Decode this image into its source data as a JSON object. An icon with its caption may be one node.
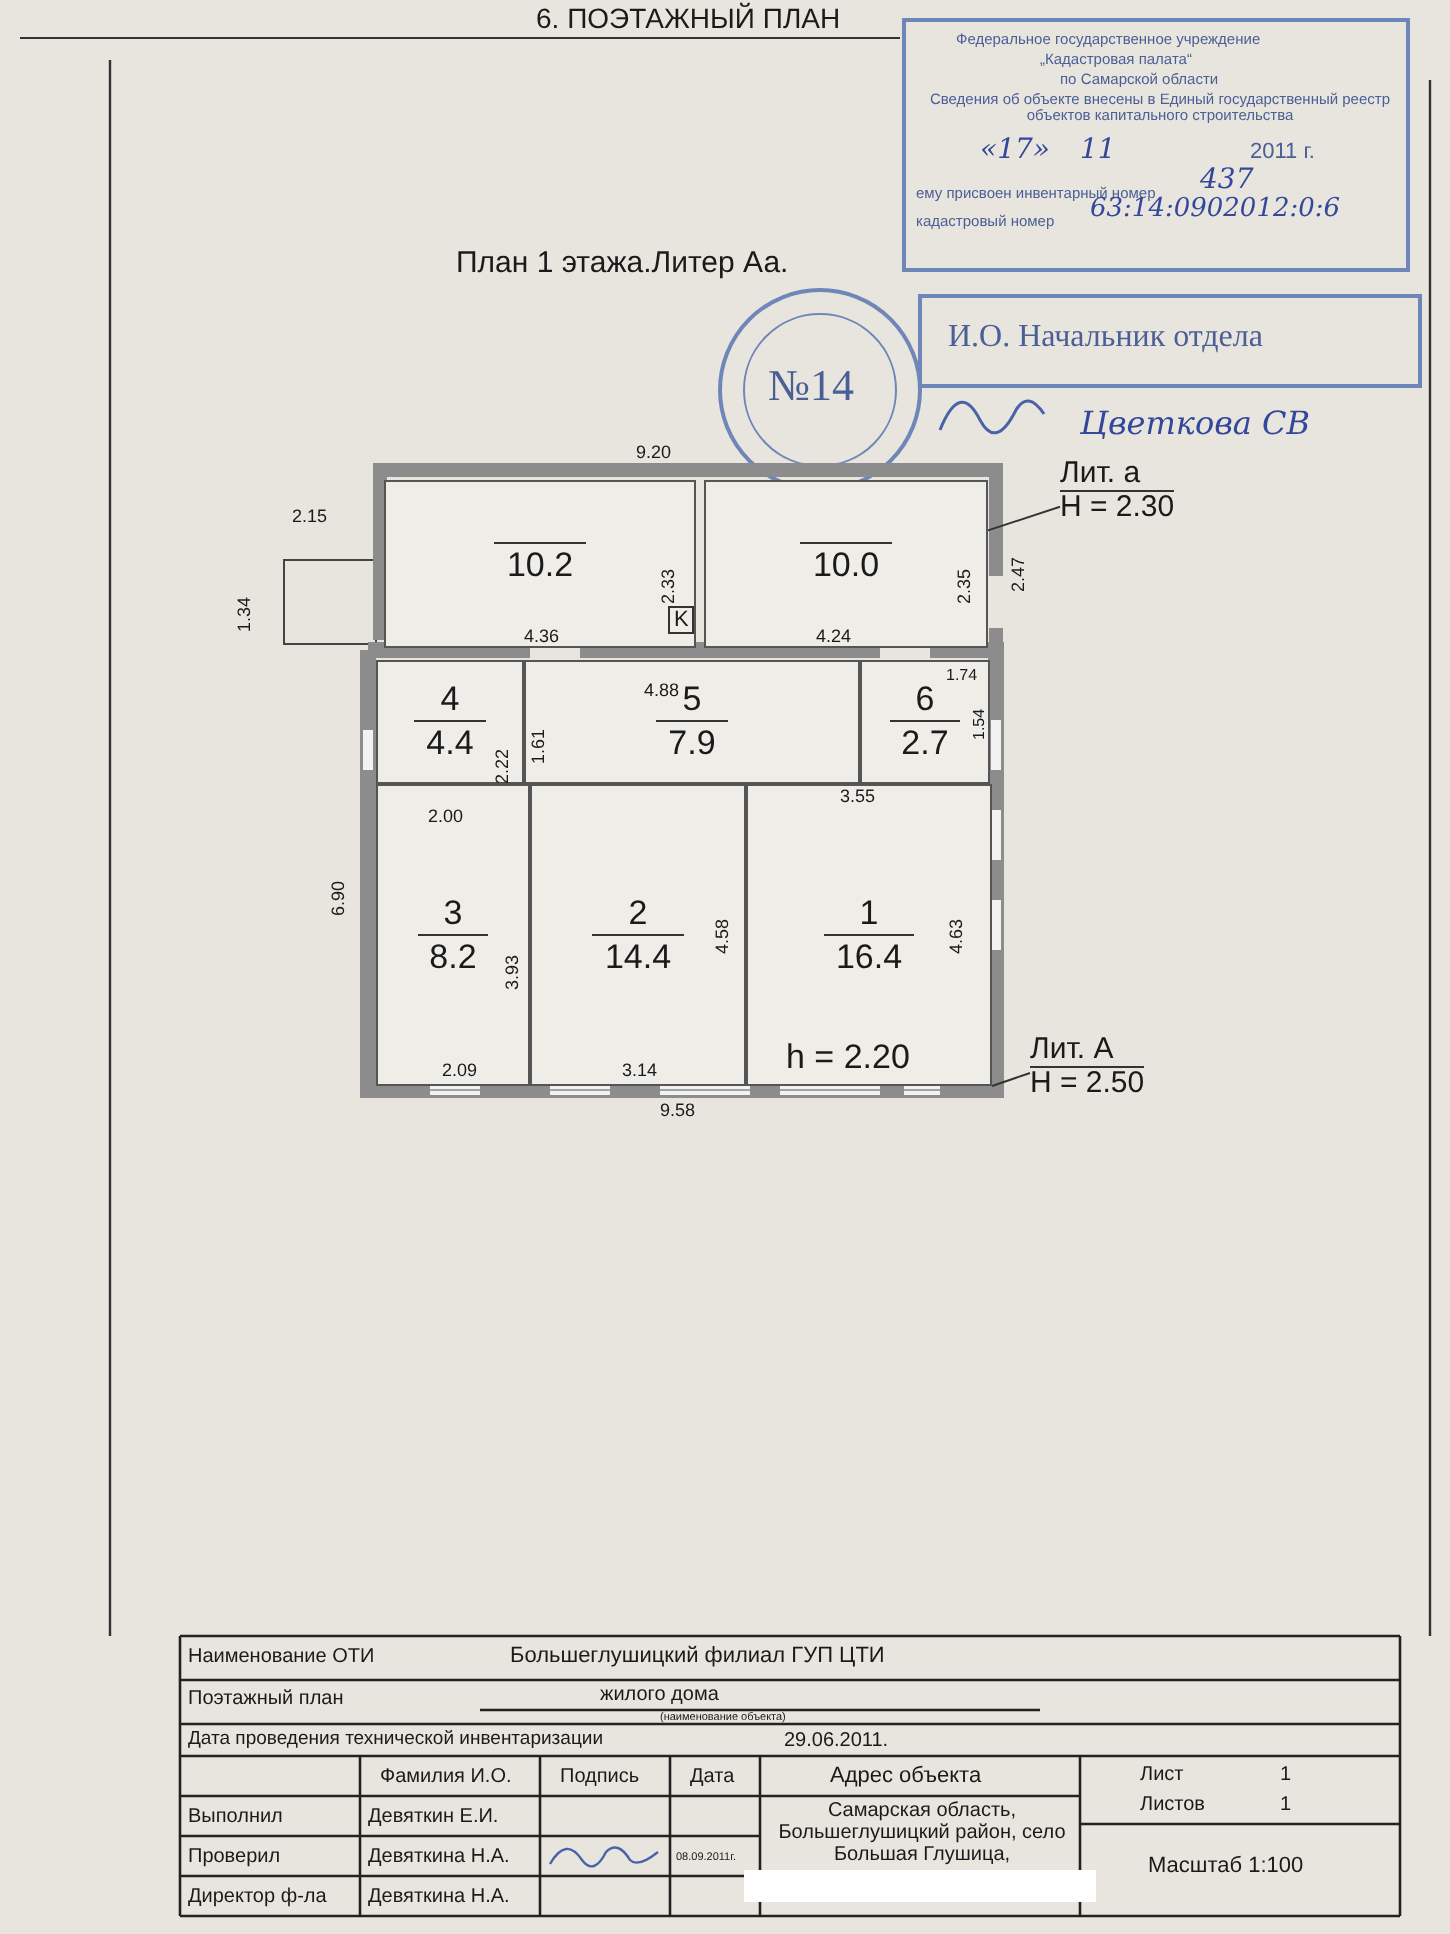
{
  "diagram": {
    "title": "6. ПОЭТАЖНЫЙ ПЛАН",
    "nodes": [
      {
        "text": [
          "Лит. а",
          "H = 2.30"
        ]
      },
      {
        "text": [
          "10.2"
        ]
      },
      {
        "text": [
          "10.0"
        ]
      },
      {
        "text": [
          "4",
          "4.4"
        ]
      },
      {
        "text": [
          "5",
          "7.9"
        ]
      },
      {
        "text": [
          "6",
          "2.7"
        ]
      },
      {
        "text": [
          "3",
          "8.2"
        ]
      },
      {
        "text": [
          "2",
          "14.4"
        ]
      },
      {
        "text": [
          "1",
          "16.4"
        ]
      },
      {
        "text": [
          "Лит. А",
          "H = 2.50"
        ]
      }
    ],
    "edges": [
      {
        "from": 0,
        "to": 2,
        "arrow": "none"
      },
      {
        "from": 9,
        "to": 8,
        "arrow": "none"
      }
    ],
    "labels": [
      "План 1 этажа.Литер Аа.",
      "Федеральное государственное учреждение",
      "„Кадастровая палата“",
      "по Самарской области",
      "Сведения об объекте внесены в Единый государственный реестр объектов капитального строительства",
      "«17»",
      "11",
      "2011 г.",
      "ему присвоен инвентарный номер",
      "437",
      "кадастровый номер",
      "63:14:0902012:0:6",
      "№14",
      "И.О. Начальник отдела",
      "Цветкова СВ",
      "9.20",
      "2.15",
      "1.34",
      "2.33",
      "2.35",
      "2.47",
      "4.36",
      "4.24",
      "4.88",
      "1.74",
      "1.54",
      "2.22",
      "1.61",
      "2.00",
      "3.55",
      "6.90",
      "3.93",
      "4.58",
      "4.63",
      "2.09",
      "3.14",
      "9.58",
      "h = 2.20",
      "K",
      "Наименование ОТИ",
      "Большеглушицкий филиал ГУП ЦТИ",
      "Поэтажный план",
      "жилого дома",
      "(наименование объекта)",
      "Дата проведения технической инвентаризации",
      "29.06.2011.",
      "Фамилия И.О.",
      "Подпись",
      "Дата",
      "Адрес объекта",
      "Лист",
      "1",
      "Листов",
      "1",
      "Выполнил",
      "Девяткин Е.И.",
      "Самарская область, Большеглушицкий район, село Большая Глушица,",
      "Проверил",
      "Девяткина Н.А.",
      "08.09.2011г.",
      "Масштаб 1:100",
      "Директор ф-ла",
      "Девяткина Н.А."
    ]
  }
}
